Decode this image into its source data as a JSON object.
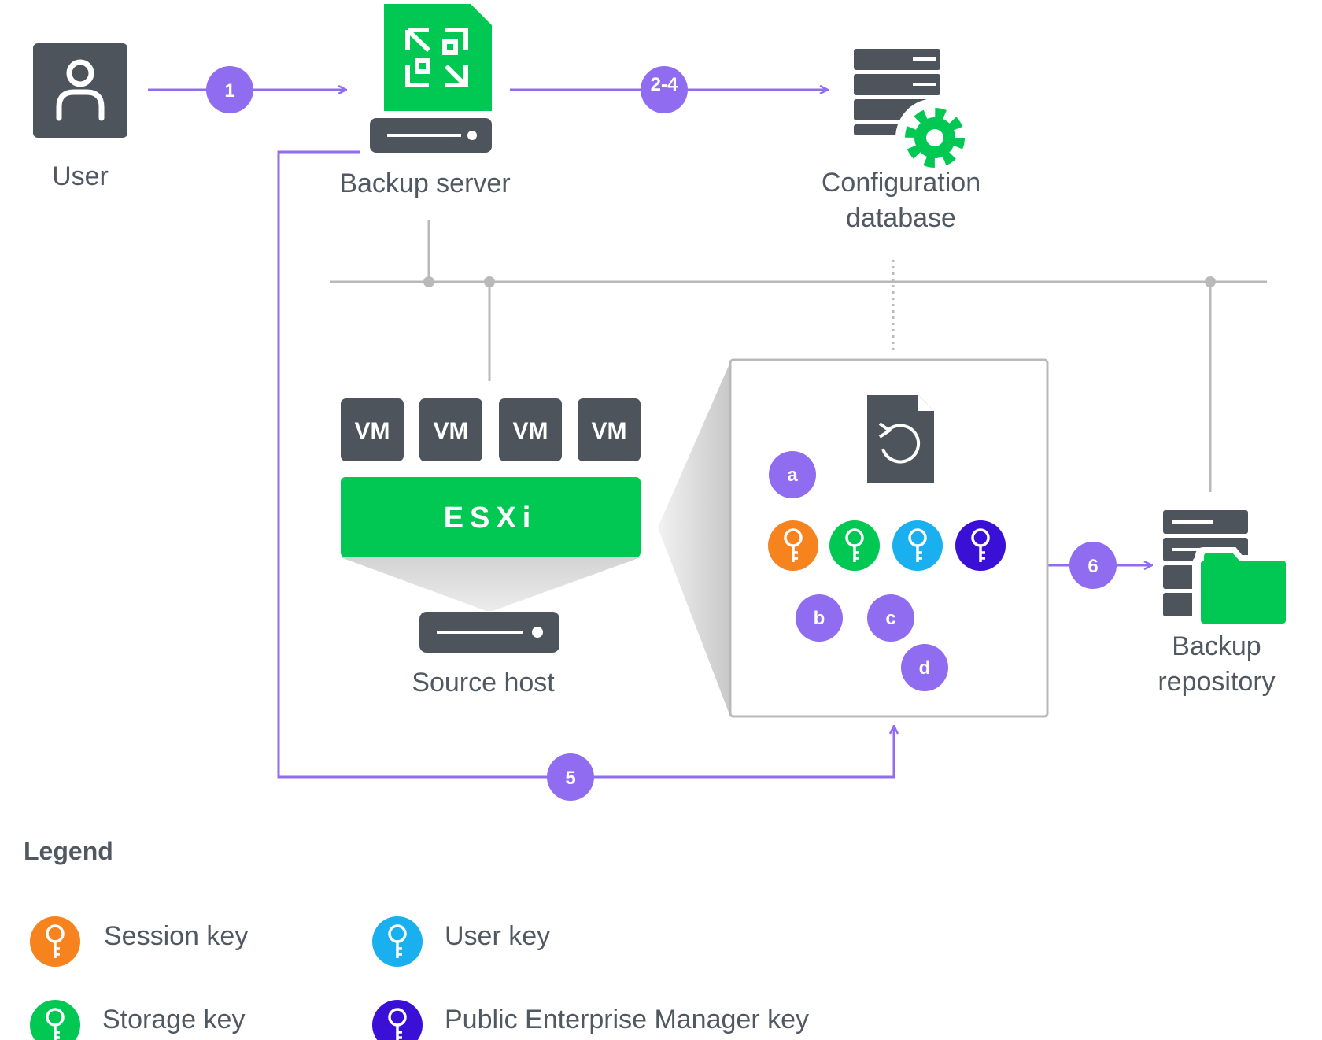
{
  "nodes": {
    "user": "User",
    "backup_server": "Backup server",
    "config_db_line1": "Configuration",
    "config_db_line2": "database",
    "source_host": "Source host",
    "backup_repo_line1": "Backup",
    "backup_repo_line2": "repository",
    "esxi": "ESXi",
    "vms": [
      "VM",
      "VM",
      "VM",
      "VM"
    ]
  },
  "steps": {
    "s1": "1",
    "s2_4": "2-4",
    "s5": "5",
    "s6": "6",
    "a": "a",
    "b": "b",
    "c": "c",
    "d": "d"
  },
  "legend": {
    "title": "Legend",
    "items": [
      {
        "label": "Session key",
        "color": "#f7831e"
      },
      {
        "label": "User key",
        "color": "#1ab0f0"
      },
      {
        "label": "Storage key",
        "color": "#00c853"
      },
      {
        "label": "Public Enterprise Manager key",
        "color": "#3a0fd6"
      }
    ]
  },
  "colors": {
    "accent": "#8f6cf0",
    "green": "#00c853",
    "dark": "#4d545c",
    "line": "#b9b9b9"
  }
}
